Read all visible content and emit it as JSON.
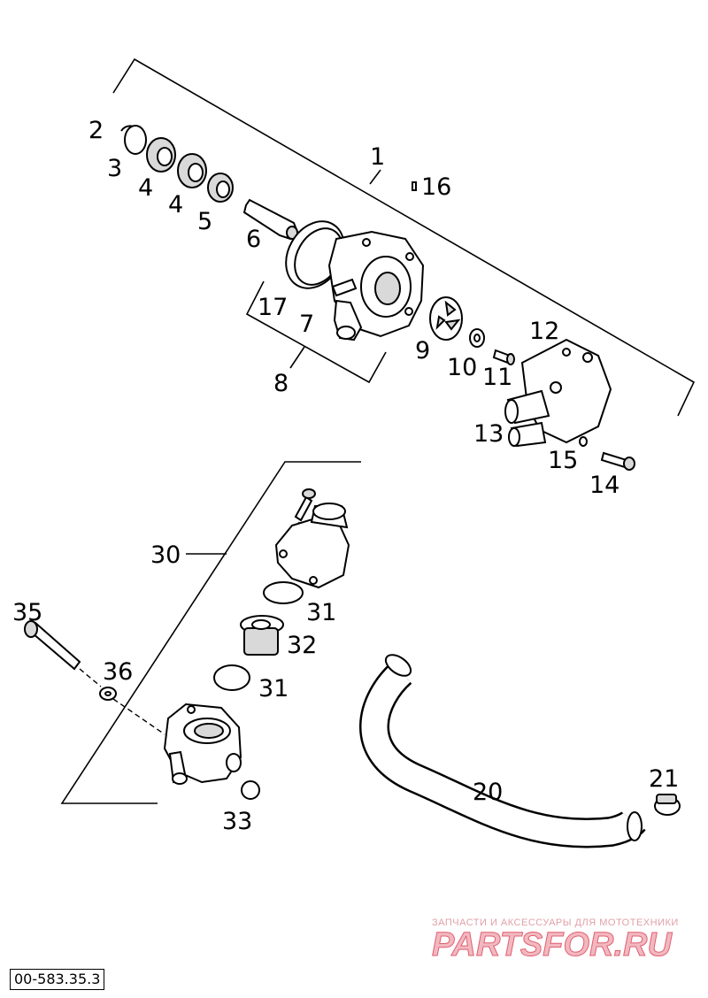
{
  "callouts": [
    {
      "id": "c1",
      "text": "1"
    },
    {
      "id": "c2",
      "text": "2"
    },
    {
      "id": "c3",
      "text": "3"
    },
    {
      "id": "c4a",
      "text": "4"
    },
    {
      "id": "c4b",
      "text": "4"
    },
    {
      "id": "c5",
      "text": "5"
    },
    {
      "id": "c6",
      "text": "6"
    },
    {
      "id": "c7",
      "text": "7"
    },
    {
      "id": "c8",
      "text": "8"
    },
    {
      "id": "c9",
      "text": "9"
    },
    {
      "id": "c10",
      "text": "10"
    },
    {
      "id": "c11",
      "text": "11"
    },
    {
      "id": "c12",
      "text": "12"
    },
    {
      "id": "c13",
      "text": "13"
    },
    {
      "id": "c14",
      "text": "14"
    },
    {
      "id": "c15",
      "text": "15"
    },
    {
      "id": "c16",
      "text": "16"
    },
    {
      "id": "c17",
      "text": "17"
    },
    {
      "id": "c20",
      "text": "20"
    },
    {
      "id": "c21",
      "text": "21"
    },
    {
      "id": "c30",
      "text": "30"
    },
    {
      "id": "c31a",
      "text": "31"
    },
    {
      "id": "c31b",
      "text": "31"
    },
    {
      "id": "c32",
      "text": "32"
    },
    {
      "id": "c33",
      "text": "33"
    },
    {
      "id": "c35",
      "text": "35"
    },
    {
      "id": "c36",
      "text": "36"
    }
  ],
  "watermark": {
    "subtitle": "ЗАПЧАСТИ И АКСЕССУАРЫ ДЛЯ МОТОТЕХНИКИ",
    "brand": "PARTSFOR.RU",
    "color": "#e06070"
  },
  "reference_code": "00-583.35.3"
}
